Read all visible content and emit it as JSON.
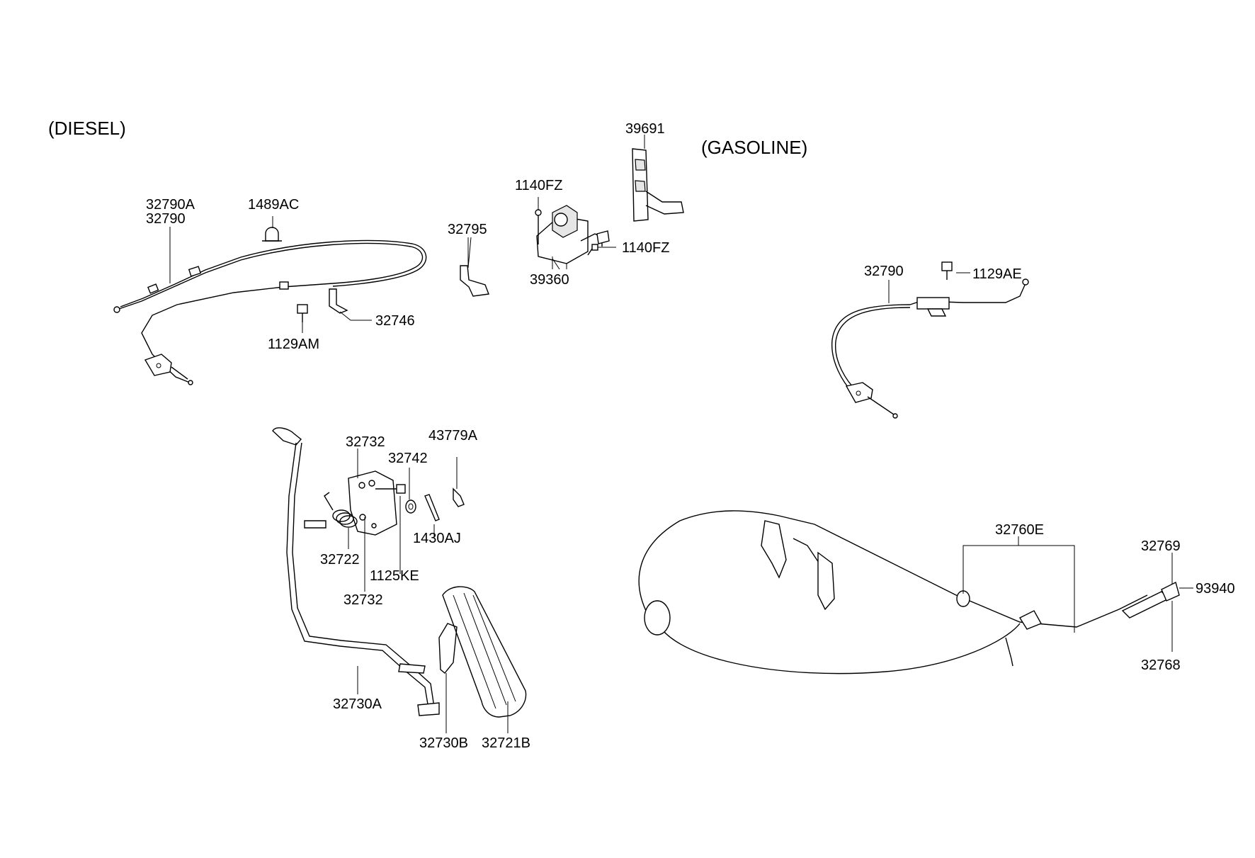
{
  "sections": {
    "diesel": "(DIESEL)",
    "gasoline": "(GASOLINE)"
  },
  "labels": {
    "p32790A": "32790A",
    "p32790_d": "32790",
    "p1489AC": "1489AC",
    "p1129AM": "1129AM",
    "p32746": "32746",
    "p32795": "32795",
    "p1140FZ_a": "1140FZ",
    "p1140FZ_b": "1140FZ",
    "p39360": "39360",
    "p39691": "39691",
    "p32790_g": "32790",
    "p1129AE": "1129AE",
    "p32732_top": "32732",
    "p32742": "32742",
    "p43779A": "43779A",
    "p1430AJ": "1430AJ",
    "p32722": "32722",
    "p1125KE": "1125KE",
    "p32732_bot": "32732",
    "p32730A": "32730A",
    "p32730B": "32730B",
    "p32721B": "32721B",
    "p32760E": "32760E",
    "p32769": "32769",
    "p93940": "93940",
    "p32768": "32768"
  }
}
